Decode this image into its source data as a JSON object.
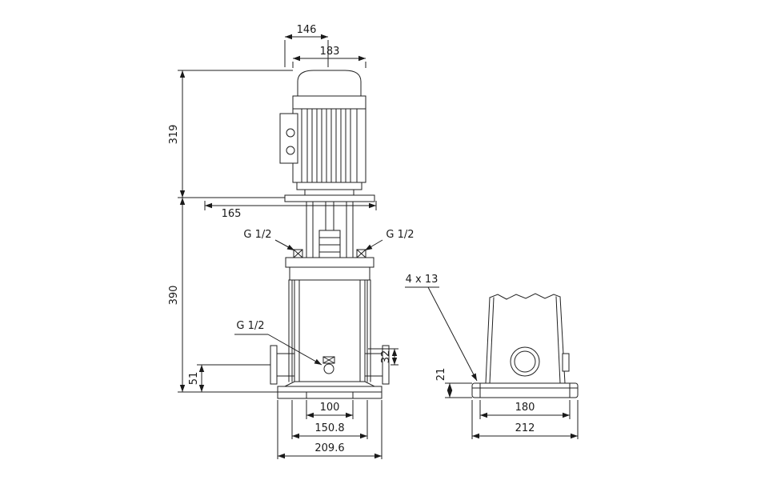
{
  "drawing": {
    "front_view": {
      "dims": {
        "motor_top": "146",
        "motor_width": "183",
        "motor_height": "319",
        "stool": "165",
        "pump_height": "390",
        "vent_left": "G 1/2",
        "vent_right": "G 1/2",
        "drain": "G 1/2",
        "port_offset": "32",
        "port_center_height": "51",
        "foot_inner": "100",
        "bolt_spacing": "150.8",
        "base_width": "209.6"
      }
    },
    "side_view": {
      "dims": {
        "bolt_holes": "4 x 13",
        "plate_thickness": "21",
        "foot_length": "180",
        "base_length": "212"
      }
    }
  }
}
